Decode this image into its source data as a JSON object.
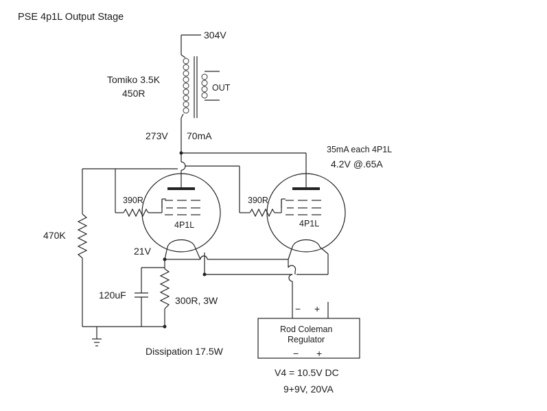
{
  "title": "PSE 4p1L Output Stage",
  "supply_voltage": "304V",
  "transformer": {
    "name": "Tomiko 3.5K",
    "secondary": "450R",
    "output_label": "OUT"
  },
  "plate_voltage": "273V",
  "plate_current": "70mA",
  "tube_current_note": "35mA each 4P1L",
  "heater_note": "4.2V @.65A",
  "grid_resistor_1": "390R",
  "grid_resistor_2": "390R",
  "tube_1_label": "4P1L",
  "tube_2_label": "4P1L",
  "bias_divider": "470K",
  "cathode_voltage": "21V",
  "cathode_cap": "120uF",
  "cathode_resistor": "300R, 3W",
  "dissipation": "Dissipation 17.5W",
  "regulator": {
    "line1": "Rod Coleman",
    "line2": "Regulator",
    "in_minus": "−",
    "in_plus": "+",
    "out_minus": "−",
    "out_plus": "+"
  },
  "heater_supply": "V4 = 10.5V DC",
  "transformer_spec": "9+9V, 20VA"
}
